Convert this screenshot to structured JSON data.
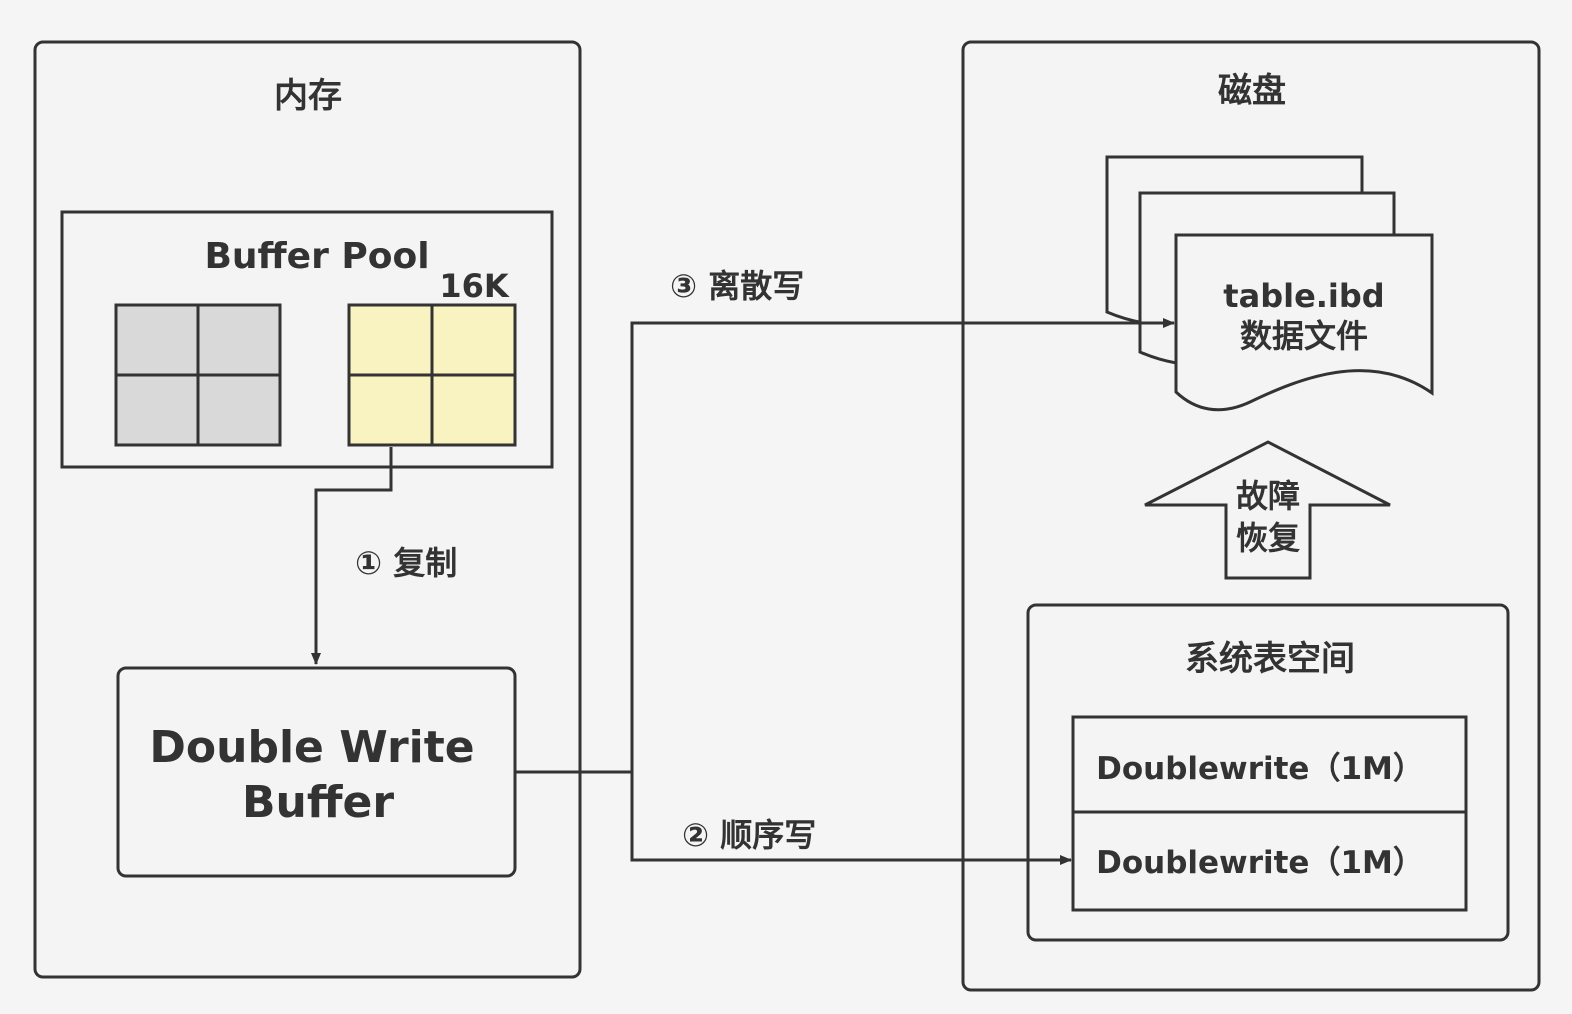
{
  "memory": {
    "title": "内存"
  },
  "buffer_pool": {
    "title": "Buffer Pool",
    "page_size_label": "16K"
  },
  "dwb": {
    "line1": "Double Write",
    "line2": "Buffer"
  },
  "disk": {
    "title": "磁盘"
  },
  "data_file": {
    "line1": "table.ibd",
    "line2": "数据文件"
  },
  "recovery": {
    "line1": "故障",
    "line2": "恢复"
  },
  "system_tablespace": {
    "title": "系统表空间",
    "row1": "Doublewrite（1M）",
    "row2": "Doublewrite（1M）"
  },
  "arrows": {
    "copy": "① 复制",
    "sequential": "② 顺序写",
    "scattered": "③ 离散写"
  },
  "colors": {
    "stroke": "#333333",
    "gray_page": "#d9d9d9",
    "yellow_page": "#f8f3c0",
    "panel": "#f4f4f4"
  }
}
